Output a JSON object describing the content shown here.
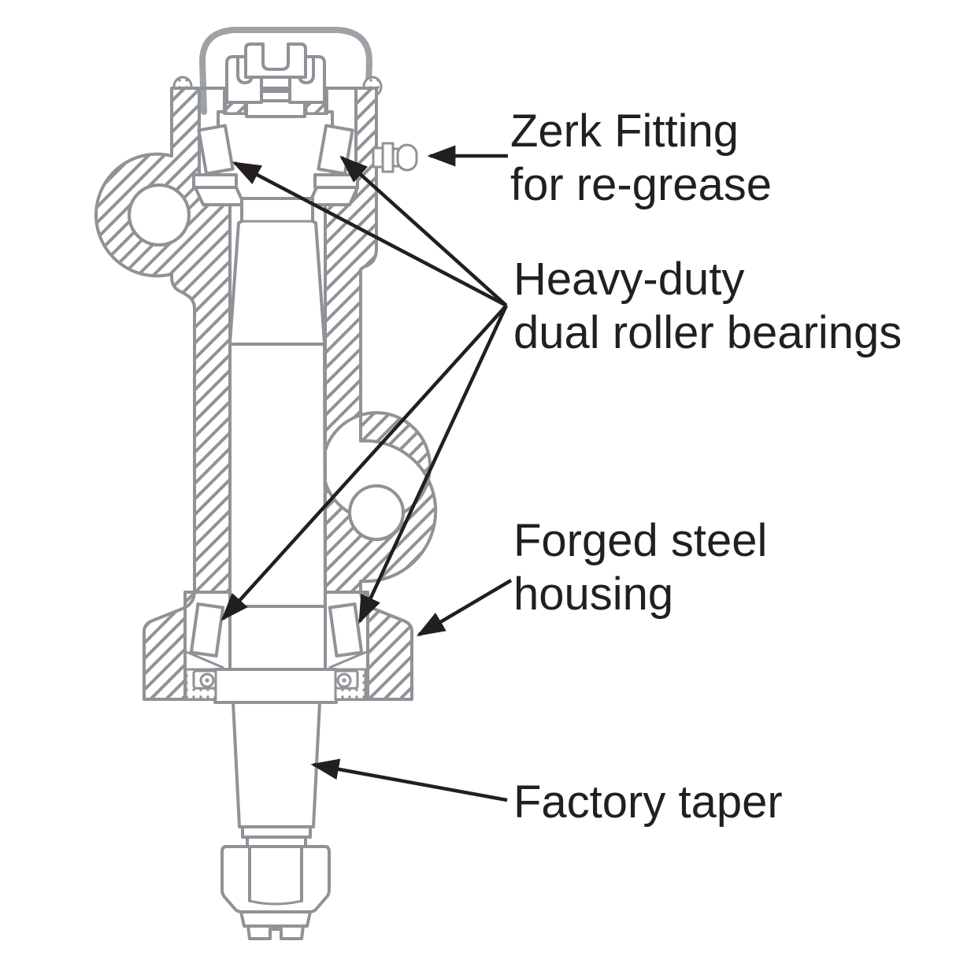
{
  "labels": {
    "zerk": {
      "line1": "Zerk Fitting",
      "line2": "for re-grease"
    },
    "bearings": {
      "line1": "Heavy-duty",
      "line2": "dual roller bearings"
    },
    "housing": {
      "line1": "Forged steel",
      "line2": "housing"
    },
    "taper": {
      "line1": "Factory taper"
    }
  },
  "colors": {
    "drawing_gray": "#8F9296",
    "cap_gray": "#9EA1A5",
    "annotation_ink": "#231F20",
    "background": "#FFFFFF"
  },
  "parts": [
    "dust-cap",
    "castle-nut",
    "cotter-pin-slot",
    "zerk-fitting",
    "upper-roller-bearings",
    "lower-roller-bearings",
    "forged-steel-housing",
    "mounting-lug-left",
    "mounting-lug-right",
    "grease-seals",
    "factory-taper-stud",
    "hex-nut",
    "slotted-stud-end"
  ]
}
